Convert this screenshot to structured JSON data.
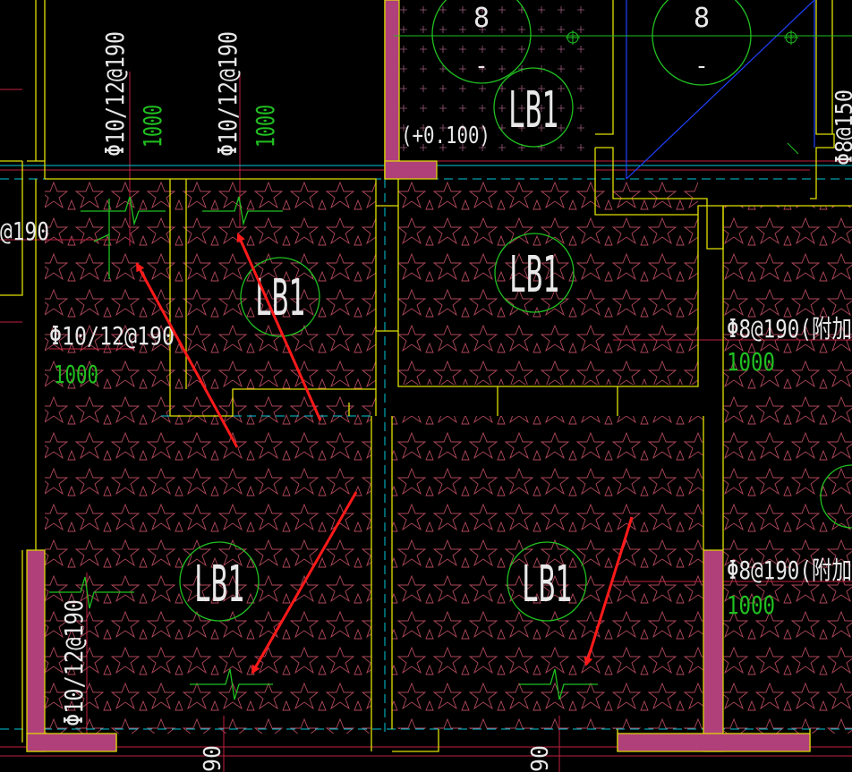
{
  "colors": {
    "background": "#000000",
    "wall": "#e0e000",
    "hatch": "#b0485a",
    "rebar": "#20c020",
    "rebar_dim": "#20c020",
    "label_text": "#e8e8e8",
    "red_line": "#c02040",
    "cyan_dash": "#00c8d8",
    "column_fill": "#b0407a",
    "arrow": "#ff1a1a",
    "blue_line": "#2040ff"
  },
  "slabs": [
    {
      "id": "slab-topleft-small",
      "label": "LB1"
    },
    {
      "id": "slab-top-middle",
      "label": "LB1"
    },
    {
      "id": "slab-bottom-left",
      "label": "LB1"
    },
    {
      "id": "slab-bottom-right",
      "label": "LB1"
    },
    {
      "id": "slab-top-stair",
      "label": "LB1"
    }
  ],
  "annotations": {
    "rebar_spec_top_a": "Φ10/12@190",
    "rebar_len_top_a": "1000",
    "rebar_spec_top_b": "Φ10/12@190",
    "rebar_len_top_b": "1000",
    "rebar_spec_left_cut": "@190",
    "rebar_spec_mid_left": "Φ10/12@190",
    "rebar_len_mid_left": "1000",
    "rebar_spec_right_a": "Φ8@190(附加",
    "rebar_len_right_a": "1000",
    "rebar_spec_right_b": "Φ8@190(附加",
    "rebar_len_right_b": "1000",
    "rebar_spec_bottom_left": "Φ10/12@190",
    "dim_bottom_a": "90",
    "dim_bottom_b": "90",
    "elevation": "(+0.100)",
    "grid_bubble_a": "8",
    "grid_bubble_b": "8",
    "grid_bubble_minus_a": "-",
    "grid_bubble_minus_b": "-",
    "rebar_spec_edge": "Φ8@150"
  },
  "icons": [
    "red-arrow-icon"
  ]
}
